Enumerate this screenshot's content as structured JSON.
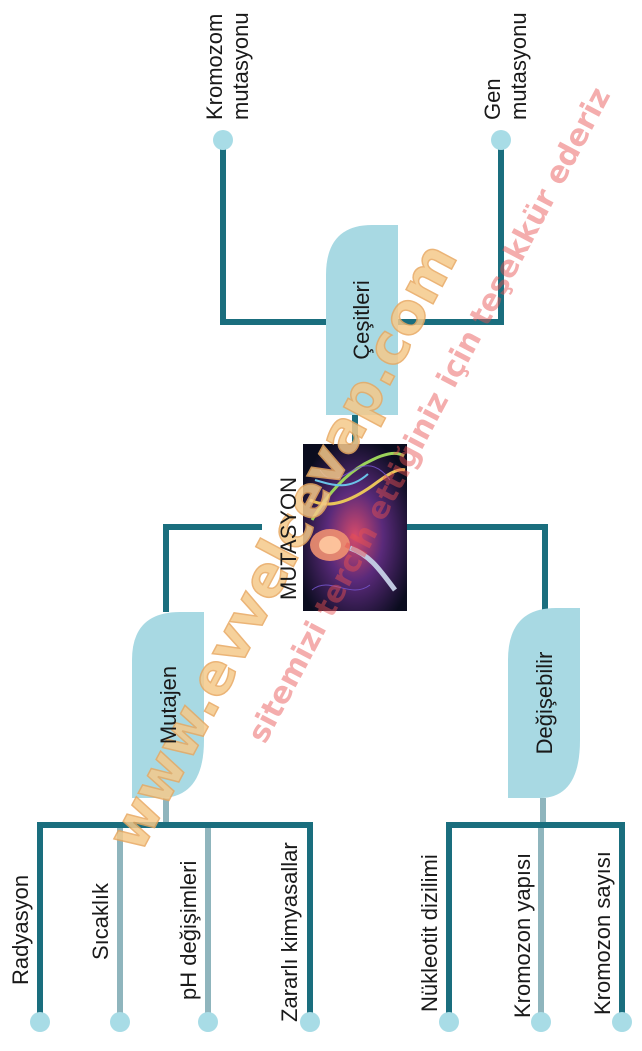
{
  "center": {
    "title": "MUTASYON"
  },
  "branches": {
    "cesitleri": {
      "label": "Çeşitleri",
      "leaves": [
        {
          "line1": "Kromozom",
          "line2": "mutasyonu"
        },
        {
          "line1": "Gen",
          "line2": "mutasyonu"
        }
      ]
    },
    "mutajen": {
      "label": "Mutajen",
      "leaves": [
        "Radyasyon",
        "Sıcaklık",
        "pH değişimleri",
        "Zararlı kimyasallar"
      ]
    },
    "degisebilir": {
      "label": "Değişebilir",
      "leaves": [
        "Nükleotit dizilimi",
        "Kromozon yapısı",
        "Kromozon sayısı"
      ]
    }
  },
  "watermark": {
    "line1": "www.evvelcevap.com",
    "line2": "sitemizi tercih ettiğiniz için teşekkür ederiz"
  },
  "colors": {
    "line_dark": "#1a6e7e",
    "line_light": "#8fb5bd",
    "pill_fill": "#a8d9e3",
    "dot": "#a8dce6",
    "watermark_fill": "#f5c98a",
    "watermark_red": "#e85050"
  }
}
